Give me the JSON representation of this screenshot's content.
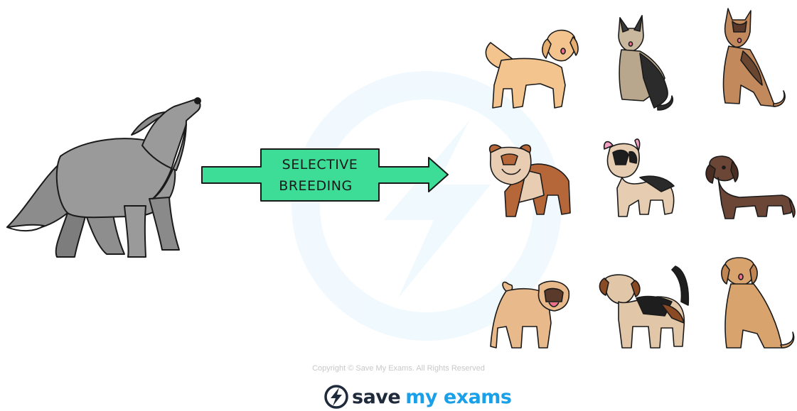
{
  "diagram": {
    "arrow_label_line1": "SELECTIVE",
    "arrow_label_line2": "BREEDING",
    "colors": {
      "arrow_fill": "#3ddc97",
      "outline": "#1a1a1a",
      "wolf_grey": "#9a9a9a",
      "wolf_dark": "#7d7d7d"
    },
    "source_animal": "wolf-icon",
    "breeds": [
      {
        "icon": "golden-retriever-icon",
        "coat": "#f3c48e"
      },
      {
        "icon": "husky-icon",
        "coat": "#b9a78d"
      },
      {
        "icon": "german-shepherd-icon",
        "coat": "#c28a5c"
      },
      {
        "icon": "bulldog-icon",
        "coat": "#b5673a"
      },
      {
        "icon": "french-bulldog-icon",
        "coat": "#e6ccb0"
      },
      {
        "icon": "dachshund-icon",
        "coat": "#6b4637"
      },
      {
        "icon": "pug-icon",
        "coat": "#e8b98a"
      },
      {
        "icon": "beagle-icon",
        "coat": "#e2c6a8"
      },
      {
        "icon": "labrador-icon",
        "coat": "#d9a36e"
      }
    ]
  },
  "footer": {
    "copyright": "Copyright © Save My Exams. All Rights Reserved",
    "logo_word1": "save",
    "logo_word2": "my exams",
    "logo_icon": "lightning-bolt-icon",
    "brand_color": "#1aa0e8"
  }
}
